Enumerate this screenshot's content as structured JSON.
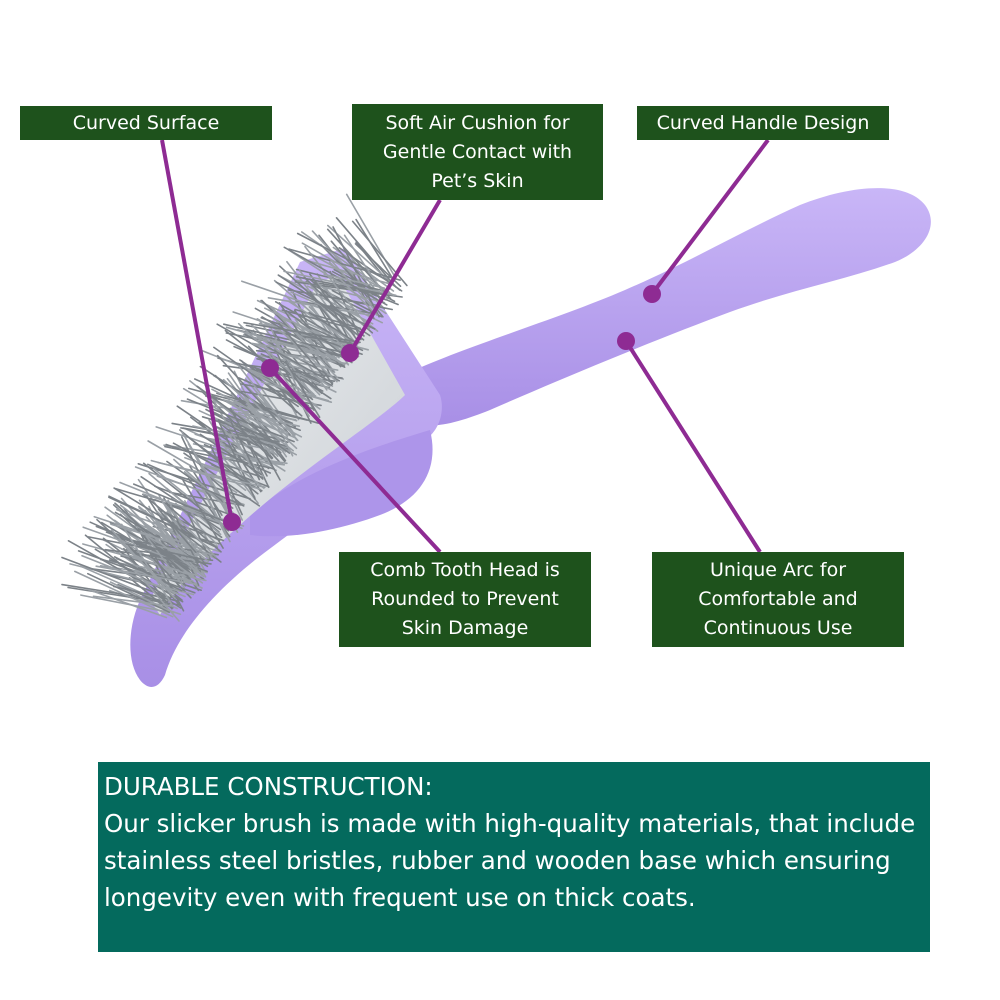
{
  "callouts": {
    "curved_surface": "Curved Surface",
    "air_cushion": "Soft Air Cushion for\nGentle Contact with\nPet’s Skin",
    "handle_design": "Curved Handle Design",
    "comb_tooth": "Comb Tooth Head is\nRounded to Prevent\nSkin Damage",
    "unique_arc": "Unique Arc for\nComfortable and\nContinuous Use"
  },
  "info": {
    "heading": "DURABLE CONSTRUCTION:",
    "body": "Our  slicker brush is made with high-quality materials, that include stainless steel bristles, rubber and wooden base which ensuring longevity even with frequent use on thick coats."
  },
  "colors": {
    "label_bg": "#1e521c",
    "panel_bg": "#046a5d",
    "brush_purple": "#b8a2f0",
    "pointer_purple": "#8e2b93"
  }
}
